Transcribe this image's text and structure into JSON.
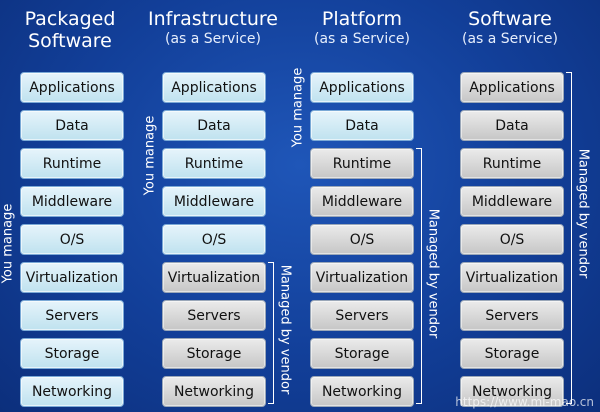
{
  "columns": [
    {
      "title_line1": "Packaged",
      "title_line2": "Software",
      "layers": [
        "Applications",
        "Data",
        "Runtime",
        "Middleware",
        "O/S",
        "Virtualization",
        "Servers",
        "Storage",
        "Networking"
      ],
      "you_manage_count": 9,
      "labels": {
        "you": "You manage",
        "vendor": ""
      }
    },
    {
      "title_line1": "Infrastructure",
      "title_line2": "(as a Service)",
      "layers": [
        "Applications",
        "Data",
        "Runtime",
        "Middleware",
        "O/S",
        "Virtualization",
        "Servers",
        "Storage",
        "Networking"
      ],
      "you_manage_count": 5,
      "labels": {
        "you": "You manage",
        "vendor": "Managed by vendor"
      }
    },
    {
      "title_line1": "Platform",
      "title_line2": "(as a Service)",
      "layers": [
        "Applications",
        "Data",
        "Runtime",
        "Middleware",
        "O/S",
        "Virtualization",
        "Servers",
        "Storage",
        "Networking"
      ],
      "you_manage_count": 2,
      "labels": {
        "you": "You manage",
        "vendor": "Managed by vendor"
      }
    },
    {
      "title_line1": "Software",
      "title_line2": "(as a Service)",
      "layers": [
        "Applications",
        "Data",
        "Runtime",
        "Middleware",
        "O/S",
        "Virtualization",
        "Servers",
        "Storage",
        "Networking"
      ],
      "you_manage_count": 0,
      "labels": {
        "you": "",
        "vendor": "Managed by vendor"
      }
    }
  ],
  "watermark": "https://www.mi-mao.cn",
  "colors": {
    "background": "#143f9c",
    "you_box": "#c9e8f3",
    "vendor_box": "#d2d2d2"
  }
}
